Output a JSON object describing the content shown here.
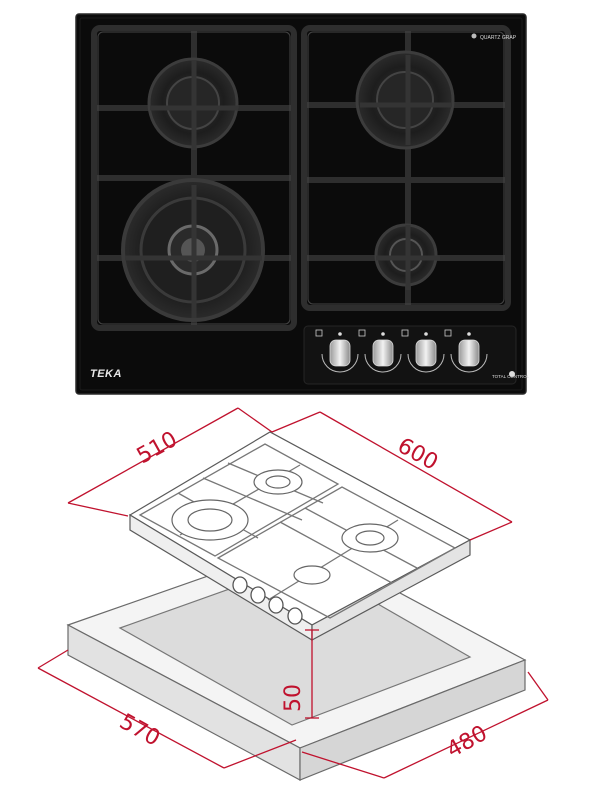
{
  "product": {
    "brand": "TEKA",
    "badge_top": "QUARTZ GRAP",
    "badge_bottom": "TOTAL CONTROL"
  },
  "controls": {
    "knob_count": 4
  },
  "dimensions": {
    "width": "510",
    "depth": "600",
    "height": "50",
    "cutout_width": "570",
    "cutout_depth": "480"
  },
  "colors": {
    "glass": "#0b0b0b",
    "dimension_line": "#c0122e",
    "drawing_line": "#555555"
  }
}
